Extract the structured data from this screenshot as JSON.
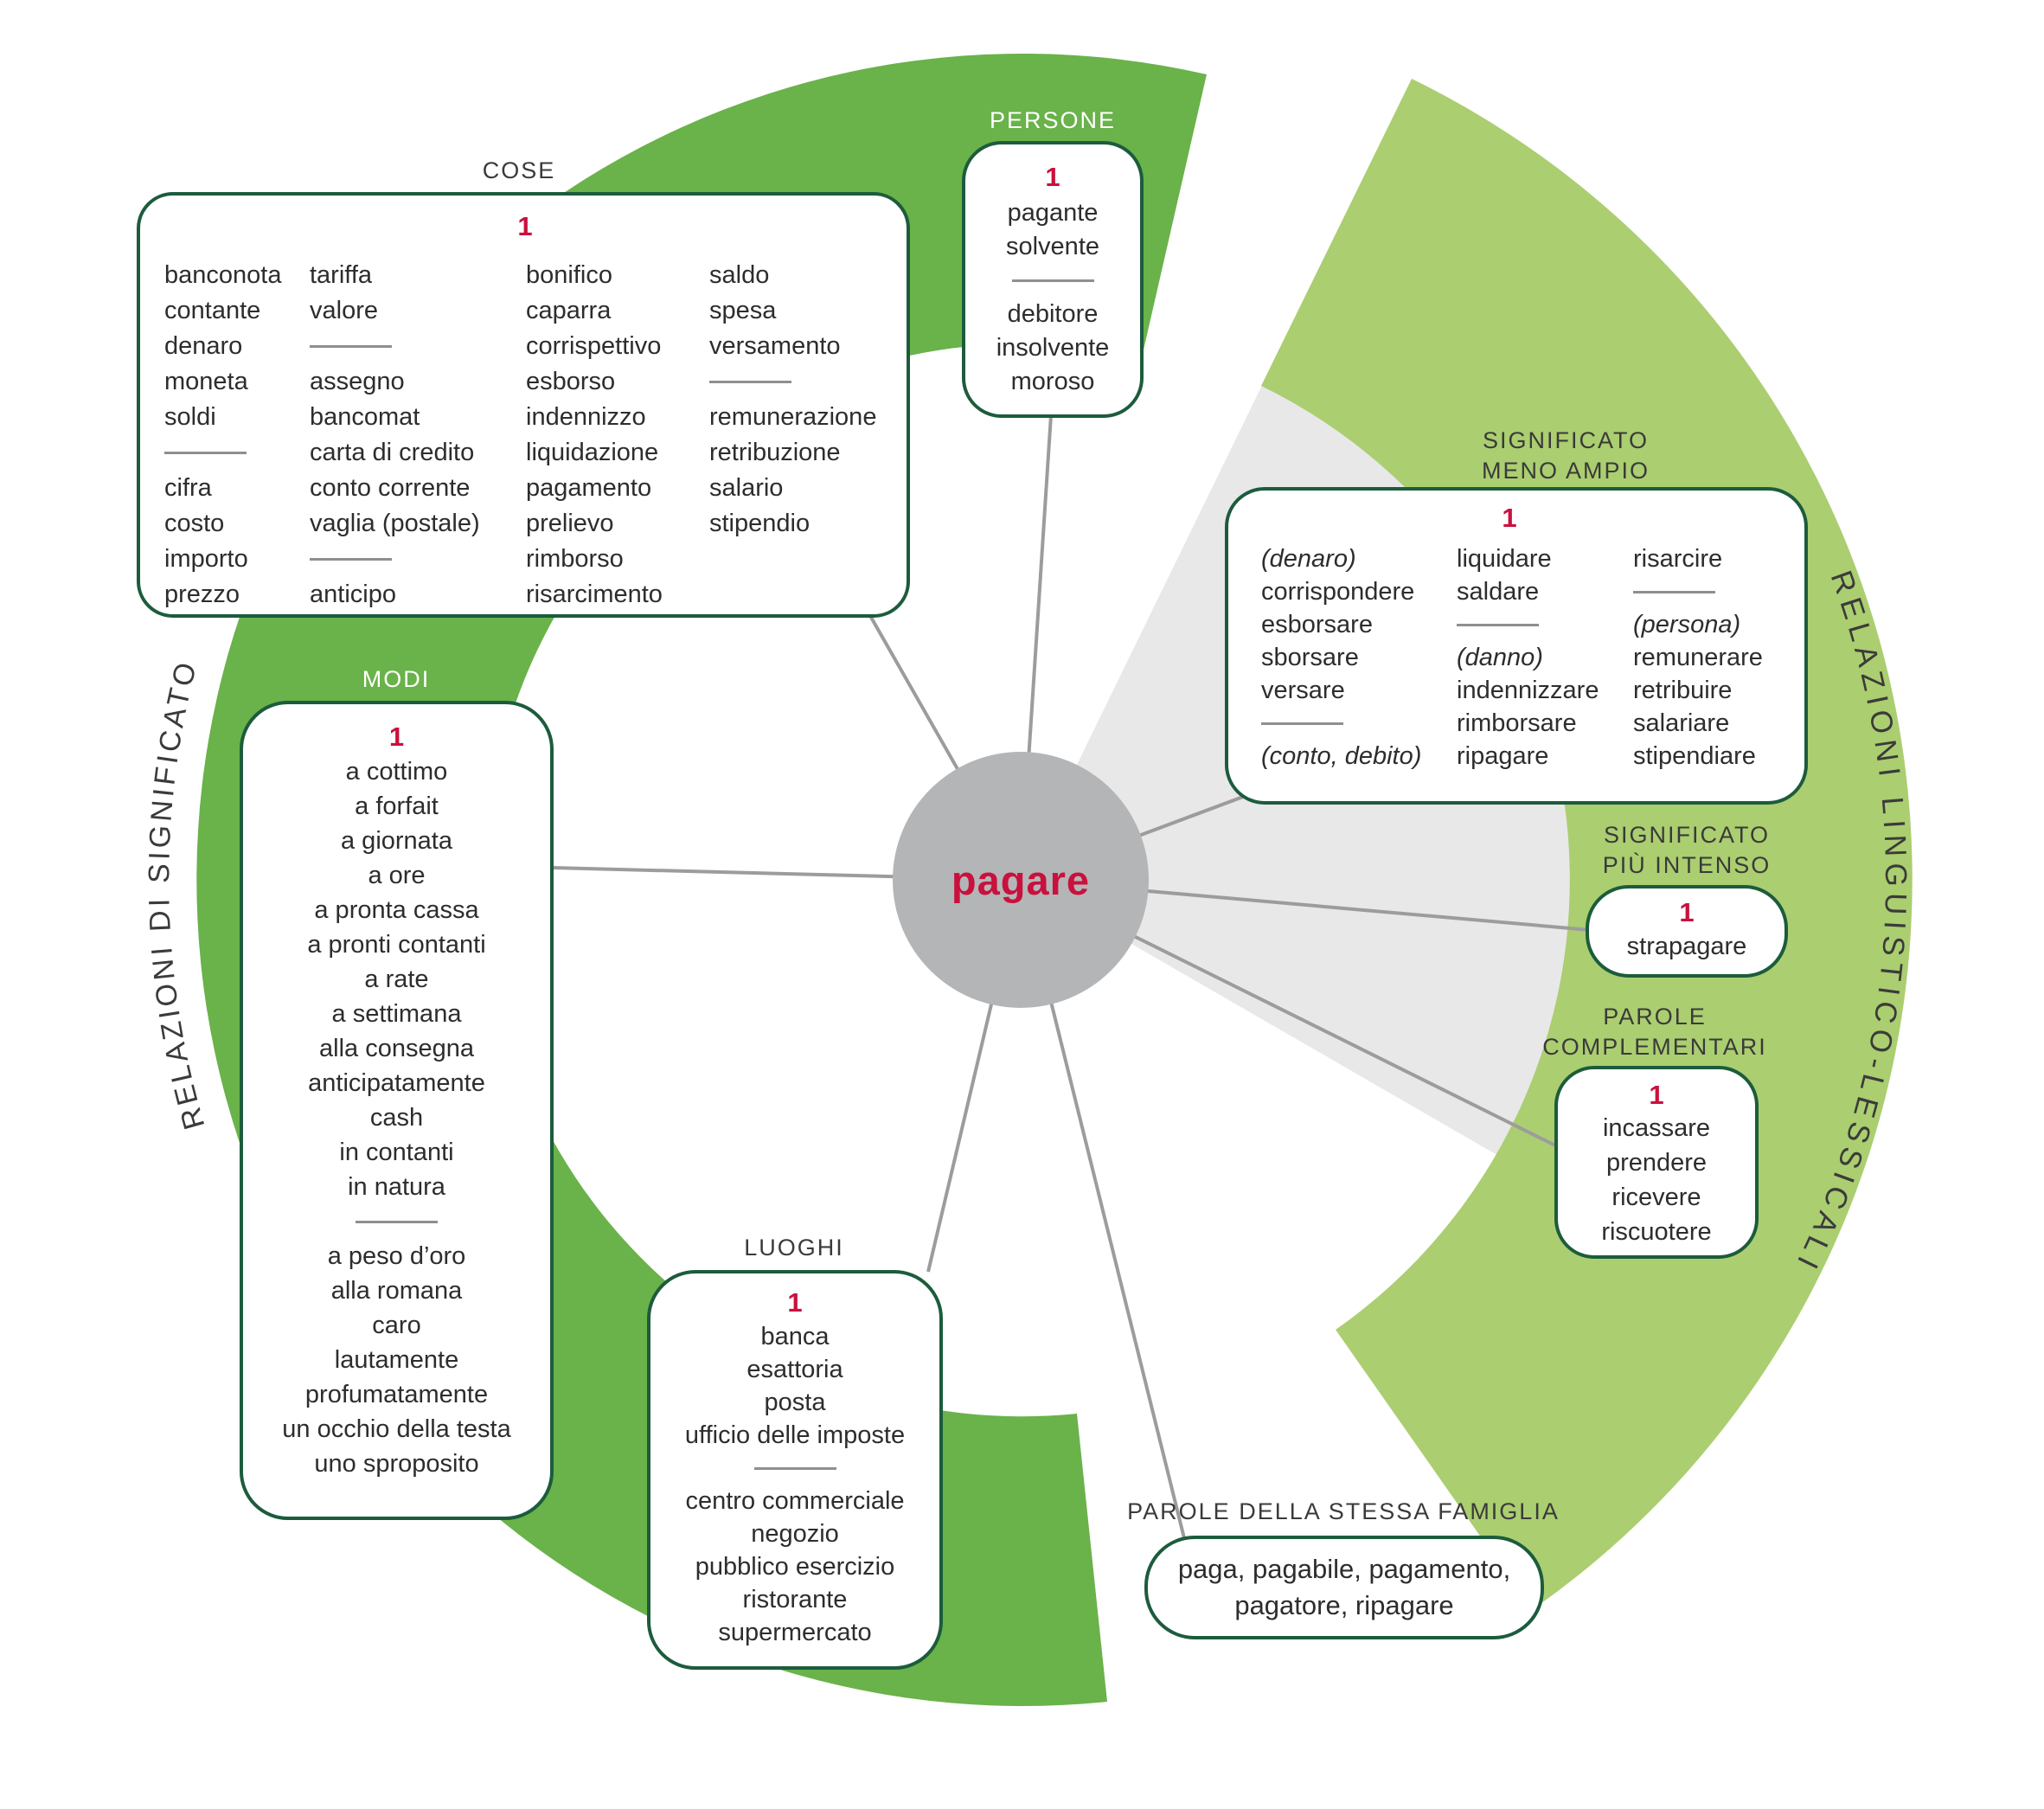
{
  "center": {
    "word": "pagare"
  },
  "arc_labels": {
    "left": "RELAZIONI DI SIGNIFICATO",
    "right": "RELAZIONI LINGUISTICO-LESSICALI"
  },
  "colors": {
    "accent_red": "#c9113d",
    "dark_green_band": "#6ab24a",
    "light_green_band": "#abce70",
    "box_border_green": "#1c5c3c",
    "center_circle_gray": "#b4b5b7",
    "wedge_gray": "#e8e8e9",
    "connector_gray": "#9c9c9c"
  },
  "boxes": {
    "cose": {
      "label": "COSE",
      "sense": "1",
      "col1": [
        "banconota",
        "contante",
        "denaro",
        "moneta",
        "soldi",
        "---",
        "cifra",
        "costo",
        "importo",
        "prezzo"
      ],
      "col2": [
        "tariffa",
        "valore",
        "---",
        "assegno",
        "bancomat",
        "carta di credito",
        "conto corrente",
        "vaglia (postale)",
        "---",
        "anticipo"
      ],
      "col3": [
        "bonifico",
        "caparra",
        "corrispettivo",
        "esborso",
        "indennizzo",
        "liquidazione",
        "pagamento",
        "prelievo",
        "rimborso",
        "risarcimento"
      ],
      "col4": [
        "saldo",
        "spesa",
        "versamento",
        "---",
        "remunerazione",
        "retribuzione",
        "salario",
        "stipendio"
      ]
    },
    "persone": {
      "label": "PERSONE",
      "sense": "1",
      "lines": [
        "pagante",
        "solvente",
        "---",
        "debitore",
        "insolvente",
        "moroso"
      ]
    },
    "modi": {
      "label": "MODI",
      "sense": "1",
      "lines": [
        "a cottimo",
        "a forfait",
        "a giornata",
        "a ore",
        "a pronta cassa",
        "a pronti contanti",
        "a rate",
        "a settimana",
        "alla consegna",
        "anticipatamente",
        "cash",
        "in contanti",
        "in natura",
        "---",
        "a peso d’oro",
        "alla romana",
        "caro",
        "lautamente",
        "profumatamente",
        "un occhio della testa",
        "uno sproposito"
      ]
    },
    "luoghi": {
      "label": "LUOGHI",
      "sense": "1",
      "lines": [
        "banca",
        "esattoria",
        "posta",
        "ufficio delle imposte",
        "---",
        "centro commerciale",
        "negozio",
        "pubblico esercizio",
        "ristorante",
        "supermercato"
      ]
    },
    "meno_ampio": {
      "label": [
        "SIGNIFICATO",
        "MENO AMPIO"
      ],
      "sense": "1",
      "col1": [
        "(denaro)",
        "corrispondere",
        "esborsare",
        "sborsare",
        "versare",
        "---",
        "(conto, debito)"
      ],
      "col2": [
        "liquidare",
        "saldare",
        "---",
        "(danno)",
        "indennizzare",
        "rimborsare",
        "ripagare"
      ],
      "col3": [
        "risarcire",
        "---",
        "(persona)",
        "remunerare",
        "retribuire",
        "salariare",
        "stipendiare"
      ]
    },
    "piu_intenso": {
      "label": [
        "SIGNIFICATO",
        "PIÙ INTENSO"
      ],
      "sense": "1",
      "lines": [
        "strapagare"
      ]
    },
    "complementari": {
      "label": [
        "PAROLE",
        "COMPLEMENTARI"
      ],
      "sense": "1",
      "lines": [
        "incassare",
        "prendere",
        "ricevere",
        "riscuotere"
      ]
    },
    "famiglia": {
      "label": "PAROLE DELLA STESSA FAMIGLIA",
      "lines": [
        "paga, pagabile, pagamento,",
        "pagatore, ripagare"
      ]
    }
  }
}
